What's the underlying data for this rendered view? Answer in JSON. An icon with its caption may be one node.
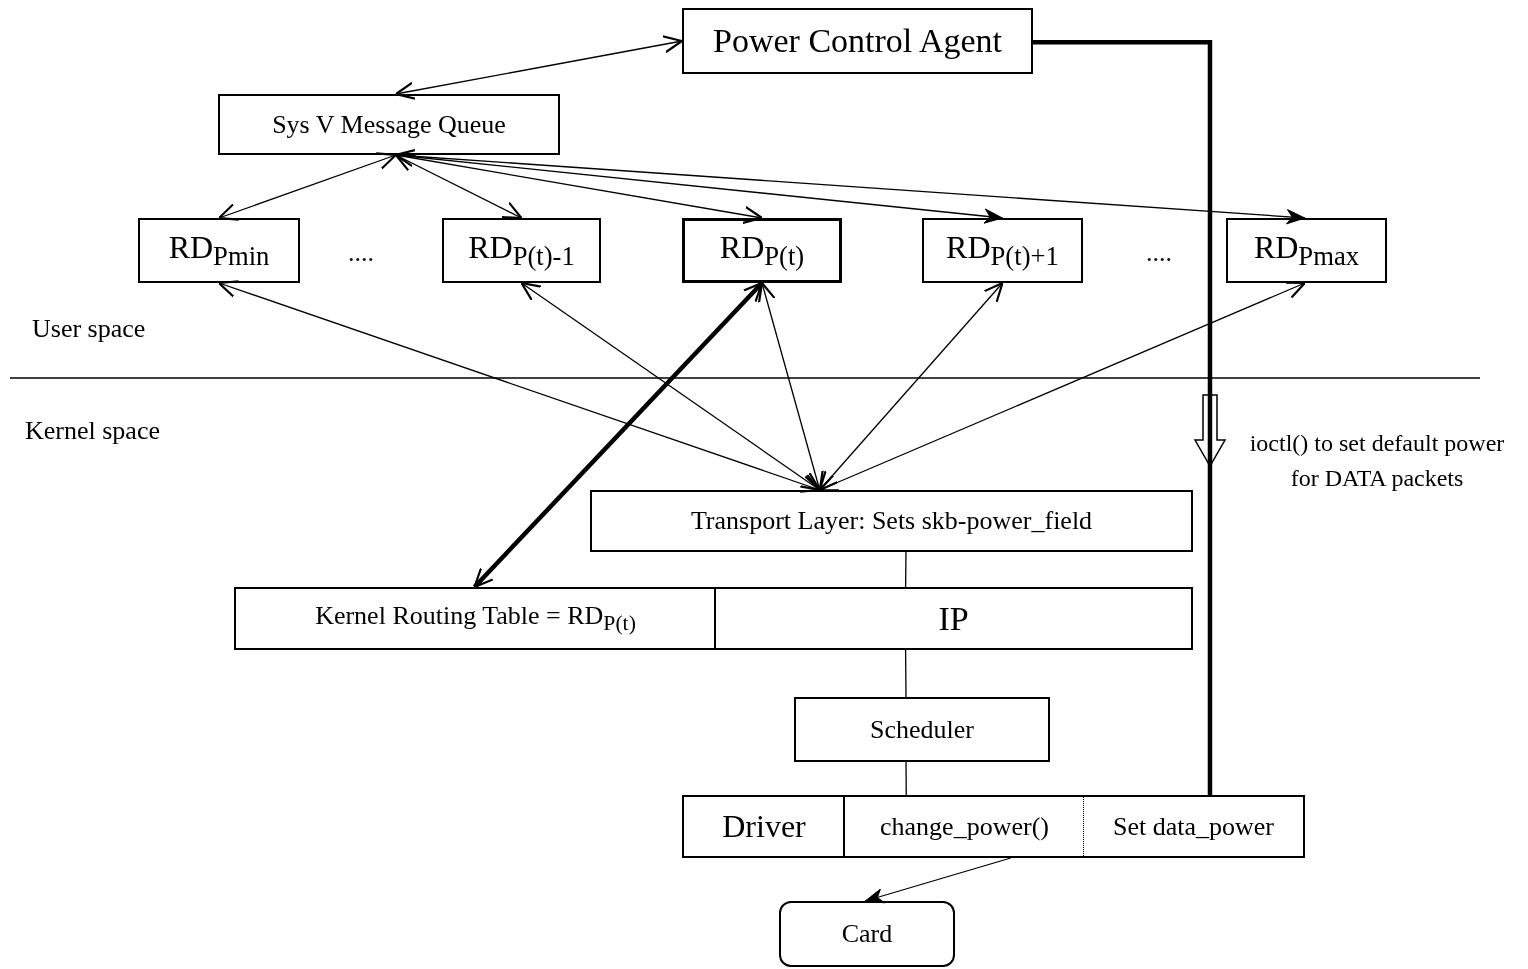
{
  "diagram": {
    "nodes": [
      {
        "text": [
          "Power Control Agent"
        ]
      },
      {
        "text": [
          "Sys V Message Queue"
        ]
      },
      {
        "text": [
          "RD$_{Pmin}$"
        ]
      },
      {
        "text": [
          "RD$_{P(t)-1}$"
        ]
      },
      {
        "text": [
          "RD$_{P(t)}$"
        ]
      },
      {
        "text": [
          "RD$_{P(t)+1}$"
        ]
      },
      {
        "text": [
          "RD$_{Pmax}$"
        ]
      },
      {
        "text": [
          "Transport Layer: Sets skb-power_field"
        ]
      },
      {
        "text": [
          "Kernel Routing Table = RD$_{P(t)}$"
        ]
      },
      {
        "text": [
          "IP"
        ]
      },
      {
        "text": [
          "Scheduler"
        ]
      },
      {
        "text": [
          "Driver"
        ]
      },
      {
        "text": [
          "change_power()"
        ]
      },
      {
        "text": [
          "Set data_power"
        ]
      },
      {
        "text": [
          "Card"
        ]
      }
    ],
    "edges": [
      {
        "from": 0,
        "to": 1,
        "arrow": "both"
      },
      {
        "from": 1,
        "to": 2,
        "arrow": "both"
      },
      {
        "from": 1,
        "to": 3,
        "arrow": "both"
      },
      {
        "from": 1,
        "to": 4,
        "arrow": "both"
      },
      {
        "from": 1,
        "to": 5,
        "arrow": "to"
      },
      {
        "from": 1,
        "to": 6,
        "arrow": "to"
      },
      {
        "from": 2,
        "to": 7,
        "arrow": "both"
      },
      {
        "from": 3,
        "to": 7,
        "arrow": "both"
      },
      {
        "from": 4,
        "to": 7,
        "arrow": "both"
      },
      {
        "from": 5,
        "to": 7,
        "arrow": "both"
      },
      {
        "from": 6,
        "to": 7,
        "arrow": "both"
      },
      {
        "from": 4,
        "to": 8,
        "arrow": "both",
        "style": "thick"
      },
      {
        "from": 0,
        "to": 13,
        "arrow": "none",
        "style": "thick"
      },
      {
        "from": 7,
        "to": 9,
        "arrow": "none"
      },
      {
        "from": 9,
        "to": 10,
        "arrow": "none"
      },
      {
        "from": 10,
        "to": 12,
        "arrow": "none"
      },
      {
        "from": 12,
        "to": 14,
        "arrow": "to"
      }
    ],
    "labels": [
      "....",
      "....",
      "User space",
      "Kernel space",
      "ioctl() to set default power for DATA packets"
    ]
  }
}
